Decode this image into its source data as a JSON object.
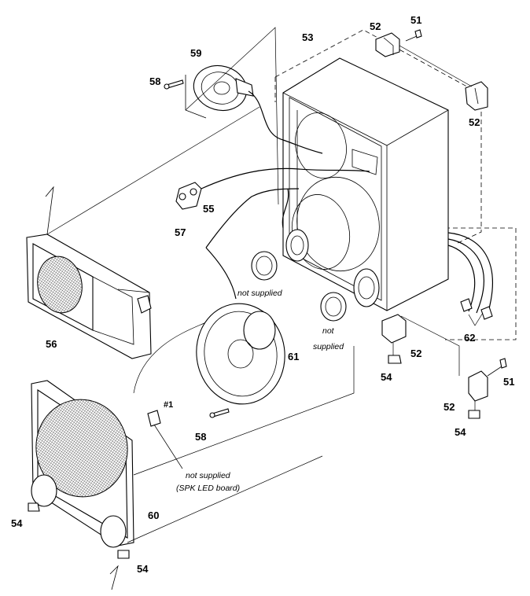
{
  "parts": [
    {
      "id": "box-label",
      "text": "53"
    },
    {
      "id": "tweeter-label",
      "text": "59"
    },
    {
      "id": "screw-top-left-label",
      "text": "58"
    },
    {
      "id": "screw-top-right-label",
      "text": "51"
    },
    {
      "id": "foot-top-label",
      "text": "52"
    },
    {
      "id": "foot-top-right-label",
      "text": "52"
    },
    {
      "id": "terminal-label",
      "text": "55"
    },
    {
      "id": "cord-label",
      "text": "57"
    },
    {
      "id": "grille-top-label",
      "text": "56"
    },
    {
      "id": "woofer-label",
      "text": "61"
    },
    {
      "id": "cords-label",
      "text": "62"
    },
    {
      "id": "foot-mid-label",
      "text": "52"
    },
    {
      "id": "pad-mid-label",
      "text": "54"
    },
    {
      "id": "screw-right-label",
      "text": "51"
    },
    {
      "id": "foot-bottom-label",
      "text": "52"
    },
    {
      "id": "pad-bottom-right-label",
      "text": "54"
    },
    {
      "id": "screw-bottom-label",
      "text": "58"
    },
    {
      "id": "ref-label",
      "text": "#1"
    },
    {
      "id": "front-grille-label",
      "text": "60"
    },
    {
      "id": "pad-left-label",
      "text": "54"
    },
    {
      "id": "pad-bottom-label",
      "text": "54"
    }
  ],
  "notes": {
    "not_supplied_1": "not supplied",
    "not_supplied_2a": "not",
    "not_supplied_2b": "supplied",
    "not_supplied_3a": "not supplied",
    "not_supplied_3b": "(SPK LED board)"
  }
}
